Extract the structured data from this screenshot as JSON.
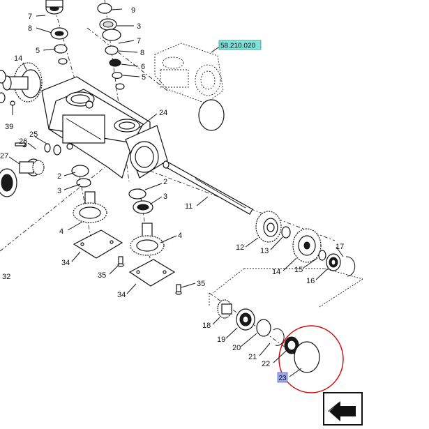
{
  "reference_link": "58.210.020",
  "highlighted_part": "23",
  "callouts": {
    "c7a": "7",
    "c9": "9",
    "c8a": "8",
    "c3a": "3",
    "c5a": "5",
    "c7b": "7",
    "c8b": "8",
    "c6": "6",
    "c5b": "5",
    "c14a": "14",
    "c39": "39",
    "c24": "24",
    "c25": "25",
    "c26": "26",
    "c27": "27",
    "c2a": "2",
    "c2b": "2",
    "c3b": "3",
    "c3c": "3",
    "c11": "11",
    "c4a": "4",
    "c4b": "4",
    "c34a": "34",
    "c34b": "34",
    "c35a": "35",
    "c35b": "35",
    "c32": "32",
    "c12": "12",
    "c13": "13",
    "c14b": "14",
    "c15": "15",
    "c16": "16",
    "c17": "17",
    "c18": "18",
    "c19": "19",
    "c20": "20",
    "c21": "21",
    "c22": "22"
  },
  "colors": {
    "reference_bg": "#7fe0d8",
    "highlight_bg": "#9aa6e8",
    "circle": "#d40000"
  },
  "nav_icon": "back-arrow-icon"
}
